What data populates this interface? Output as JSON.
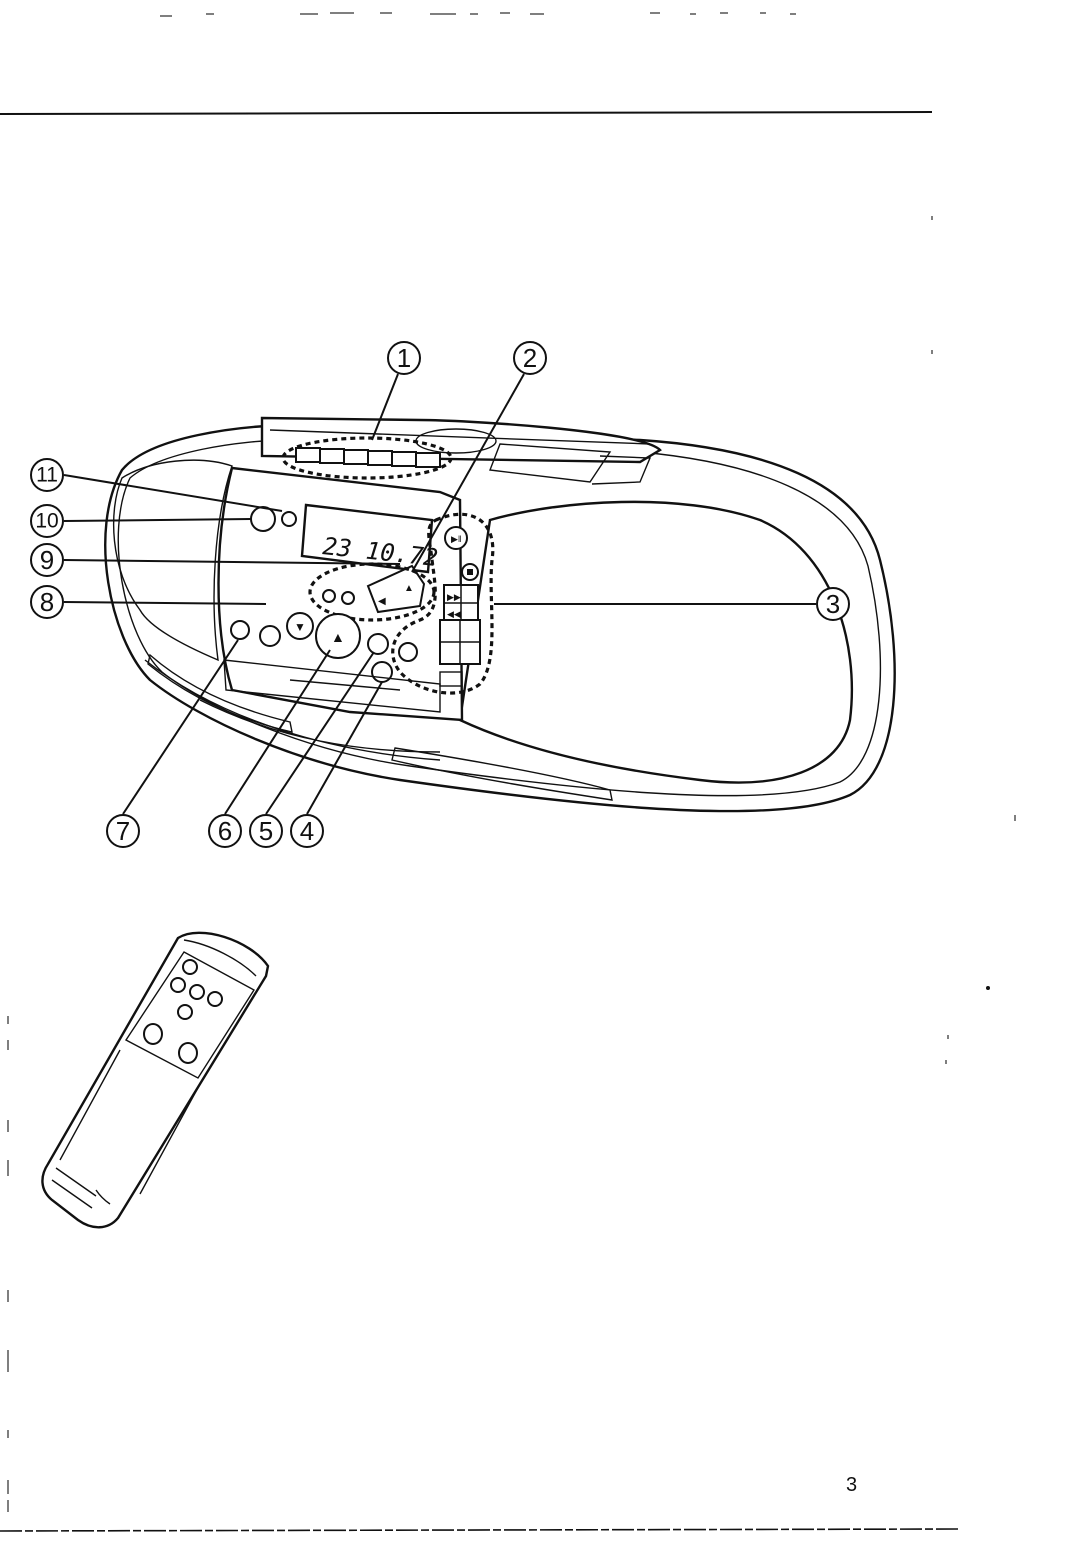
{
  "page_number": "3",
  "display_readout": "23 10.72",
  "callouts": [
    {
      "id": 1,
      "label": "1"
    },
    {
      "id": 2,
      "label": "2"
    },
    {
      "id": 3,
      "label": "3"
    },
    {
      "id": 4,
      "label": "4"
    },
    {
      "id": 5,
      "label": "5"
    },
    {
      "id": 6,
      "label": "6"
    },
    {
      "id": 7,
      "label": "7"
    },
    {
      "id": 8,
      "label": "8"
    },
    {
      "id": 9,
      "label": "9"
    },
    {
      "id": 10,
      "label": "10"
    },
    {
      "id": 11,
      "label": "11"
    }
  ]
}
